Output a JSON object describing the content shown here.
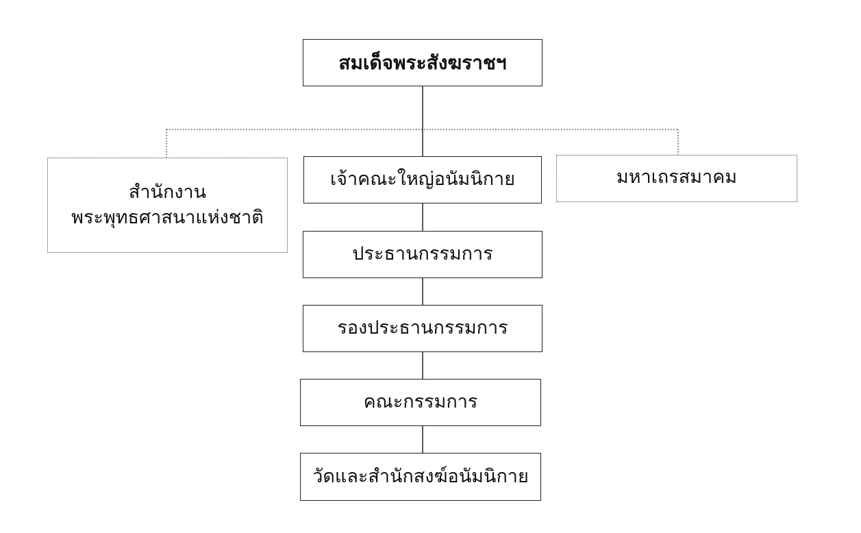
{
  "chart": {
    "root": "สมเด็จพระสังฆราชฯ",
    "left_branch": [
      "สำนักงาน",
      "พระพุทธศาสนาแห่งชาติ"
    ],
    "center_chain": [
      "เจ้าคณะใหญ่อนัมนิกาย",
      "ประธานกรรมการ",
      "รองประธานกรรมการ",
      "คณะกรรมการ",
      "วัดและสำนักสงฆ์อนัมนิกาย"
    ],
    "right_branch": "มหาเถรสมาคม"
  }
}
